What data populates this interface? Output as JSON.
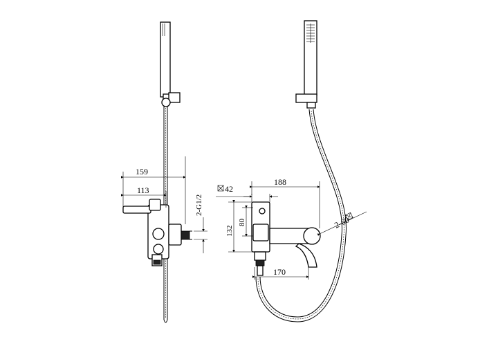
{
  "drawing": {
    "side_view": {
      "dims": {
        "width_159": "159",
        "width_113": "113",
        "thread": "2-G1/2"
      }
    },
    "front_view": {
      "dims": {
        "square_42": "42",
        "reach_188": "188",
        "height_132": "132",
        "height_80": "80",
        "spout_170": "170",
        "holder_60": "2-60"
      }
    }
  }
}
